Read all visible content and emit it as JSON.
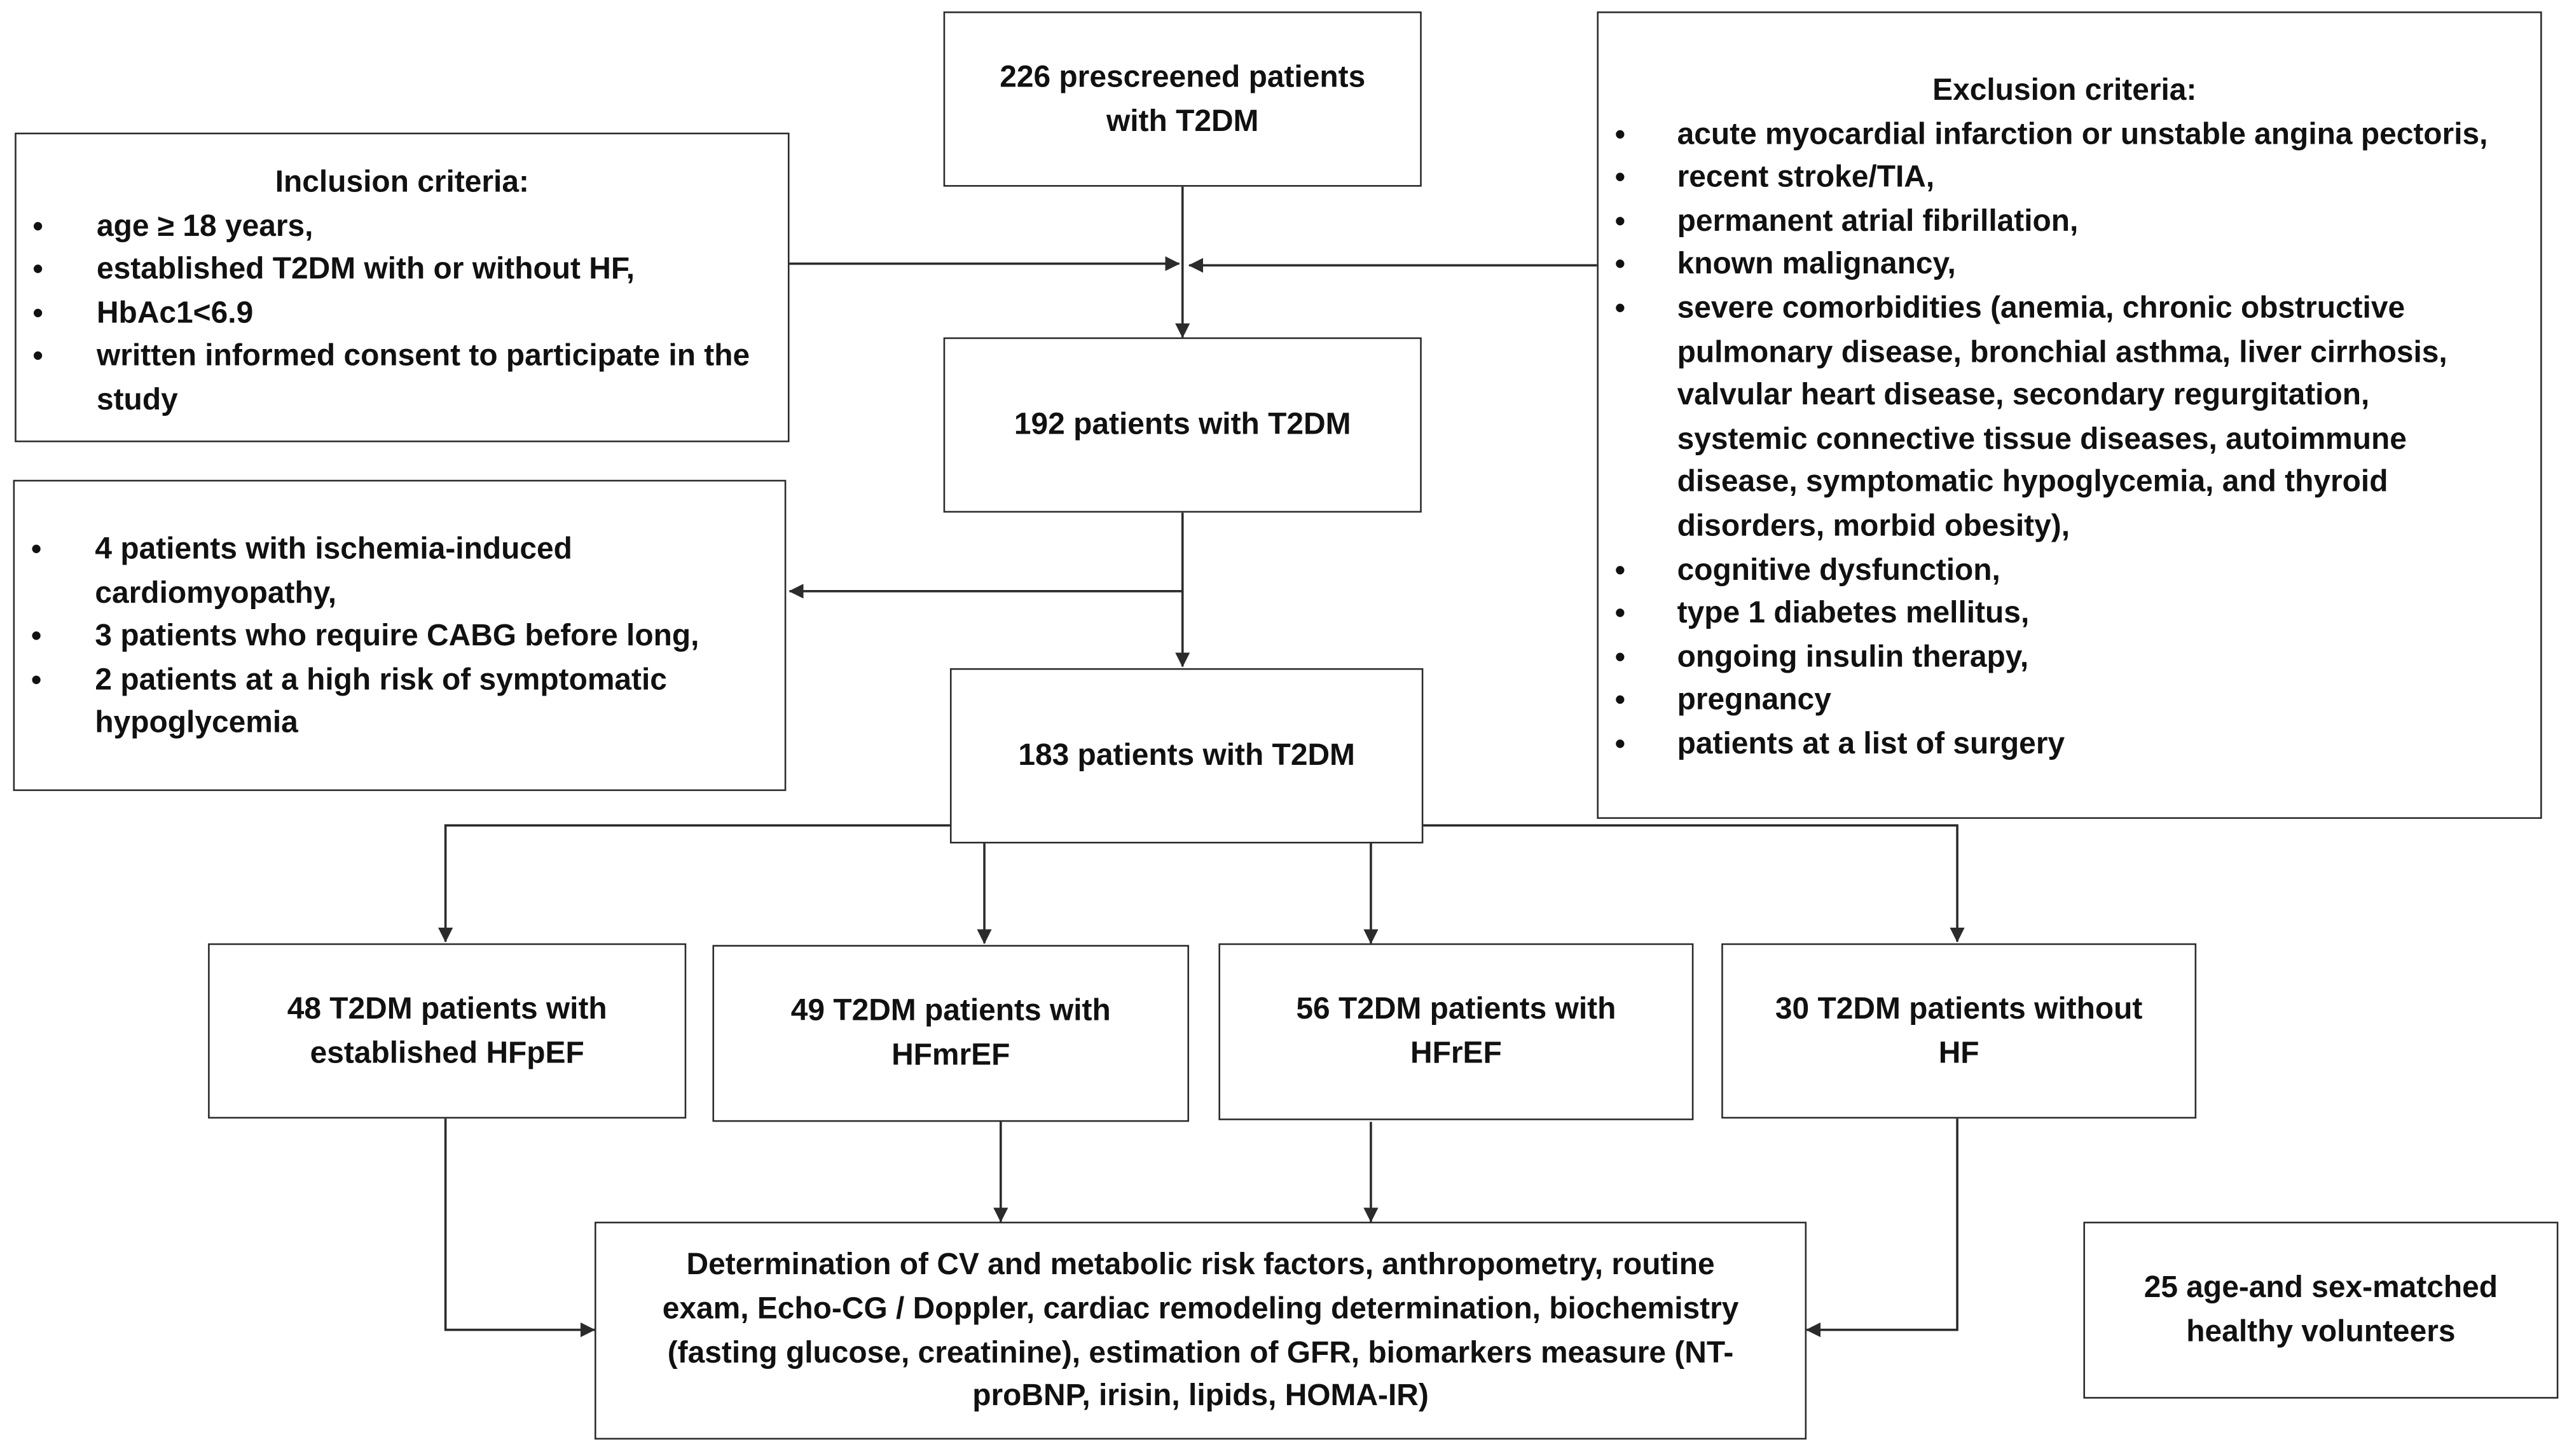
{
  "boxes": {
    "prescreen": "226 prescreened patients with T2DM",
    "after_criteria": "192 patients with T2DM",
    "enrolled": "183 patients with T2DM",
    "hfpef": "48 T2DM patients with established HFpEF",
    "hfmref": "49 T2DM patients with HFmrEF",
    "hfref": "56 T2DM patients with HFrEF",
    "no_hf": "30 T2DM patients without HF",
    "assessment": "Determination of CV and metabolic risk factors,  anthropometry, routine exam, Echo-CG / Doppler, cardiac remodeling determination, biochemistry (fasting glucose, creatinine), estimation of GFR, biomarkers measure (NT-proBNP, irisin, lipids, HOMA-IR)",
    "healthy": "25 age-and sex-matched healthy volunteers"
  },
  "inclusion": {
    "title": "Inclusion criteria:",
    "items": [
      "age ≥ 18 years,",
      "established T2DM with or without HF,",
      "HbAc1<6.9",
      "written informed consent to participate in the study"
    ]
  },
  "excluded_patients": {
    "items": [
      "4 patients with ischemia-induced cardiomyopathy,",
      "3 patients who require CABG before long,",
      "2 patients at a high risk of symptomatic hypoglycemia"
    ]
  },
  "exclusion": {
    "title": "Exclusion criteria:",
    "items": [
      "acute myocardial infarction or unstable angina pectoris,",
      "recent stroke/TIA,",
      "permanent atrial fibrillation,",
      "known malignancy,",
      "severe comorbidities (anemia, chronic obstructive pulmonary disease, bronchial asthma, liver cirrhosis, valvular heart disease, secondary regurgitation, systemic connective tissue diseases, autoimmune disease, symptomatic hypoglycemia, and thyroid disorders, morbid obesity),",
      "cognitive dysfunction,",
      "type 1 diabetes mellitus,",
      "ongoing insulin therapy,",
      "pregnancy",
      "patients at a list of surgery"
    ]
  }
}
